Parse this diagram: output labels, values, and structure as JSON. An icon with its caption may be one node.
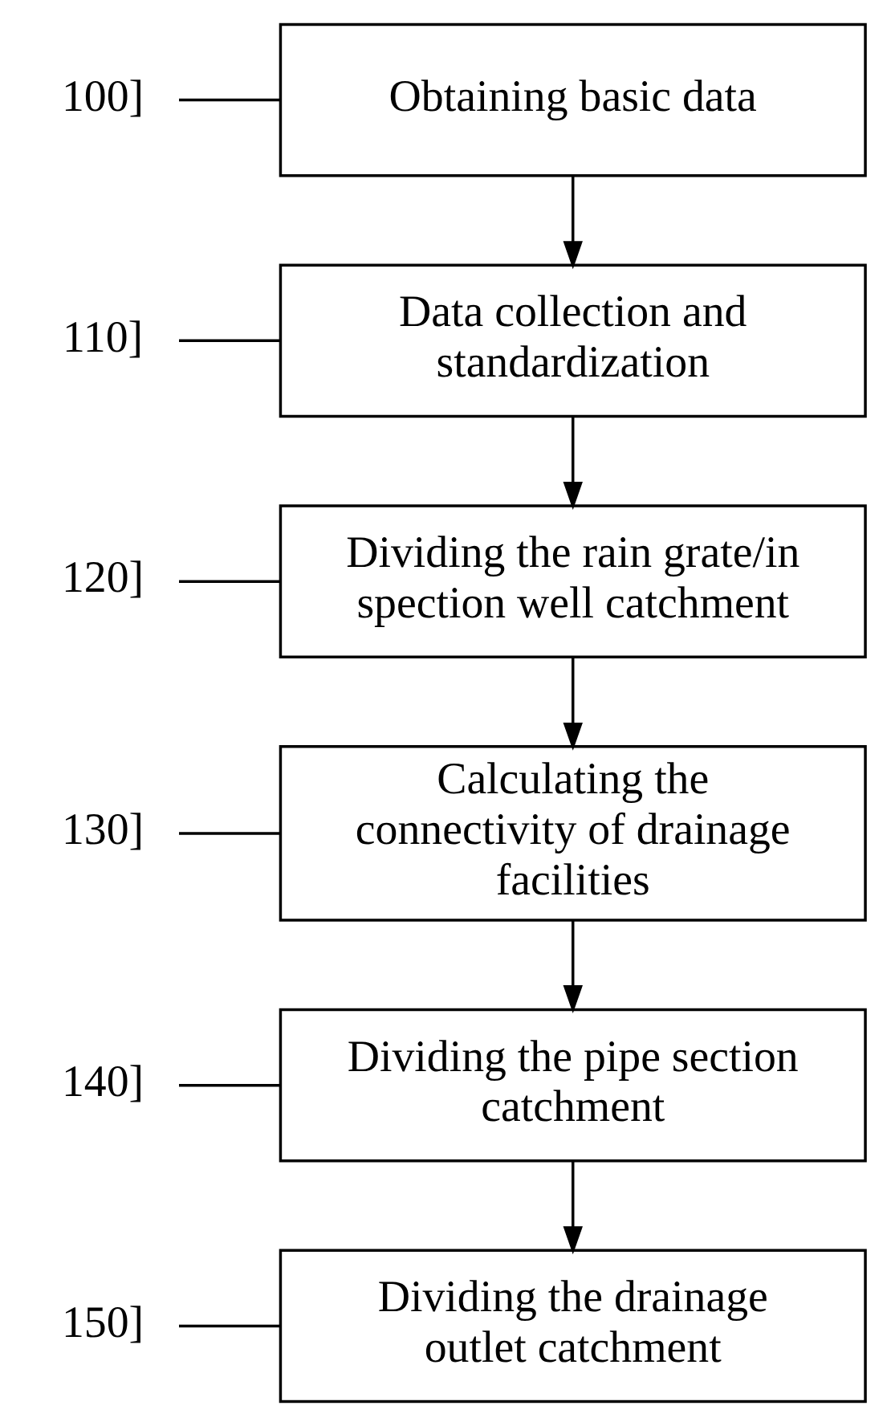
{
  "diagram": {
    "nodes": [
      {
        "text": [
          "100]"
        ]
      },
      {
        "text": [
          "Obtaining basic data"
        ]
      },
      {
        "text": [
          "110]"
        ]
      },
      {
        "text": [
          "Data collection and standardization"
        ]
      },
      {
        "text": [
          "120]"
        ]
      },
      {
        "text": [
          "Dividing the rain grate/in spection well catchment"
        ]
      },
      {
        "text": [
          "130]"
        ]
      },
      {
        "text": [
          "Calculating the connectivity of drainage facilities"
        ]
      },
      {
        "text": [
          "140]"
        ]
      },
      {
        "text": [
          "Dividing the pipe section catchment"
        ]
      },
      {
        "text": [
          "150]"
        ]
      },
      {
        "text": [
          "Dividing the drainage outlet catchment"
        ]
      }
    ],
    "edges": [
      {
        "from": 0,
        "to": 1,
        "arrow": "none"
      },
      {
        "from": 1,
        "to": 3,
        "arrow": "to"
      },
      {
        "from": 2,
        "to": 3,
        "arrow": "none"
      },
      {
        "from": 3,
        "to": 5,
        "arrow": "to"
      },
      {
        "from": 4,
        "to": 5,
        "arrow": "none"
      },
      {
        "from": 5,
        "to": 7,
        "arrow": "to"
      },
      {
        "from": 6,
        "to": 7,
        "arrow": "none"
      },
      {
        "from": 7,
        "to": 9,
        "arrow": "to"
      },
      {
        "from": 8,
        "to": 9,
        "arrow": "none"
      },
      {
        "from": 9,
        "to": 11,
        "arrow": "to"
      },
      {
        "from": 10,
        "to": 11,
        "arrow": "none"
      }
    ]
  }
}
